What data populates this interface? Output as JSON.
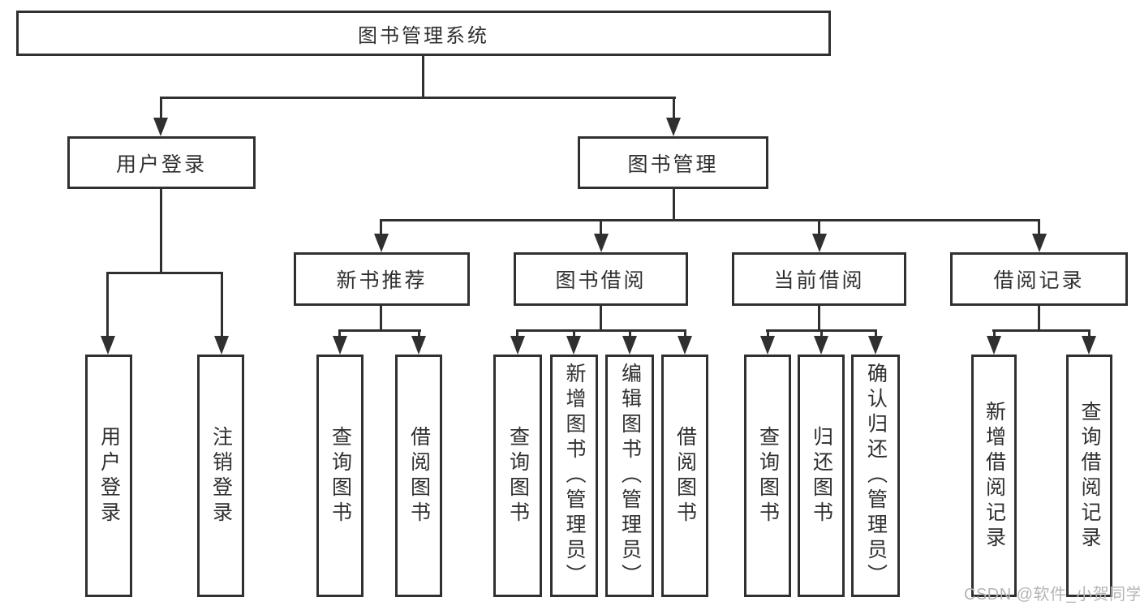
{
  "diagram": {
    "root": {
      "label": "图书管理系统"
    },
    "branches": [
      {
        "label": "用户登录",
        "leaves": [
          {
            "label": "用户登录"
          },
          {
            "label": "注销登录"
          }
        ]
      },
      {
        "label": "图书管理",
        "groups": [
          {
            "label": "新书推荐",
            "leaves": [
              {
                "label": "查询图书"
              },
              {
                "label": "借阅图书"
              }
            ]
          },
          {
            "label": "图书借阅",
            "leaves": [
              {
                "label": "查询图书"
              },
              {
                "label": "新增图书（管理员）"
              },
              {
                "label": "编辑图书（管理员）"
              },
              {
                "label": "借阅图书"
              }
            ]
          },
          {
            "label": "当前借阅",
            "leaves": [
              {
                "label": "查询图书"
              },
              {
                "label": "归还图书"
              },
              {
                "label": "确认归还（管理员）"
              }
            ]
          },
          {
            "label": "借阅记录",
            "leaves": [
              {
                "label": "新增借阅记录"
              },
              {
                "label": "查询借阅记录"
              }
            ]
          }
        ]
      }
    ]
  },
  "watermark": {
    "text": "CSDN @软件_小贺同学"
  },
  "colors": {
    "line": "#303030",
    "text": "#2f2f2f",
    "wm": "#b5b5b5",
    "bg": "#ffffff"
  }
}
